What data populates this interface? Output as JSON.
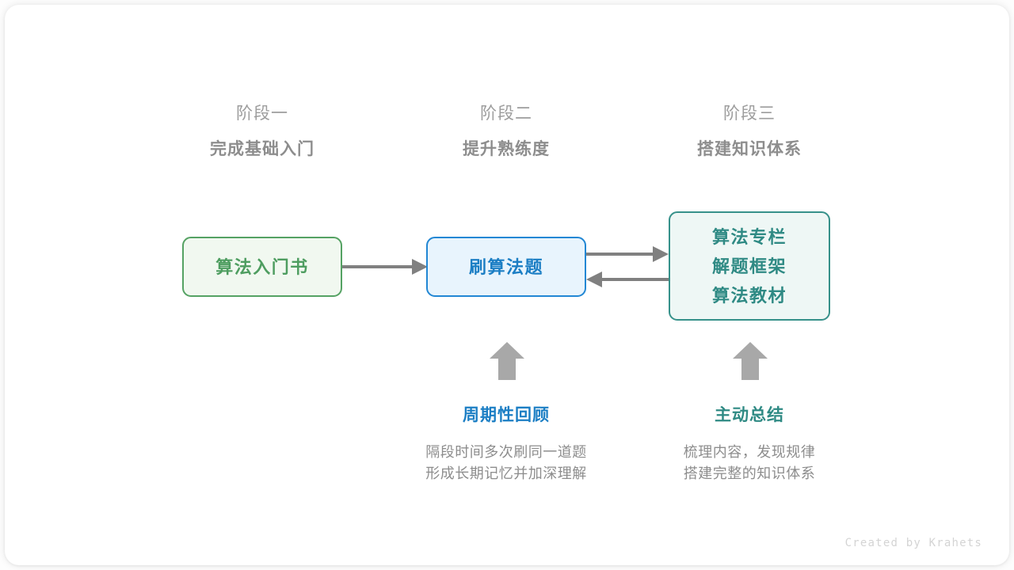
{
  "canvas": {
    "background_color": "#fdfdfd",
    "card_color": "#ffffff"
  },
  "stages": [
    {
      "index_label": "阶段一",
      "title": "完成基础入门"
    },
    {
      "index_label": "阶段二",
      "title": "提升熟练度"
    },
    {
      "index_label": "阶段三",
      "title": "搭建知识体系"
    }
  ],
  "nodes": [
    {
      "name": "algorithm-primer-book",
      "lines": [
        "算法入门书"
      ],
      "border_color": "#55a263",
      "fill_color": "#f1f8f0",
      "text_color": "#4e9d60"
    },
    {
      "name": "practice-problems",
      "lines": [
        "刷算法题"
      ],
      "border_color": "#2287d4",
      "fill_color": "#e8f4fd",
      "text_color": "#1b7ec4"
    },
    {
      "name": "knowledge-resources",
      "lines": [
        "算法专栏",
        "解题框架",
        "算法教材"
      ],
      "border_color": "#36918a",
      "fill_color": "#eef7f5",
      "text_color": "#2f8a84"
    }
  ],
  "arrows": {
    "color": "#808080",
    "up_arrow_color": "#a8a8a8",
    "connections": [
      {
        "name": "book-to-practice",
        "direction": "right"
      },
      {
        "name": "practice-to-resources",
        "direction": "right"
      },
      {
        "name": "resources-to-practice",
        "direction": "left"
      },
      {
        "name": "review-up-to-practice",
        "direction": "up"
      },
      {
        "name": "summary-up-to-resources",
        "direction": "up"
      }
    ]
  },
  "annotations": [
    {
      "name": "periodic-review",
      "title": "周期性回顾",
      "title_color": "#1b7ec4",
      "desc_line1": "隔段时间多次刷同一道题",
      "desc_line2": "形成长期记忆并加深理解"
    },
    {
      "name": "active-summary",
      "title": "主动总结",
      "title_color": "#2f8a84",
      "desc_line1": "梳理内容，发现规律",
      "desc_line2": "搭建完整的知识体系"
    }
  ],
  "watermark": "Created by Krahets"
}
